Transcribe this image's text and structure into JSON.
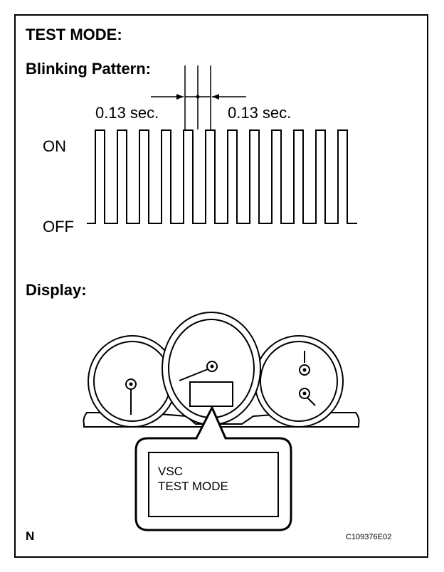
{
  "title": "TEST MODE:",
  "blinking": {
    "heading": "Blinking Pattern:",
    "interval_left": "0.13 sec.",
    "interval_right": "0.13 sec.",
    "level_on": "ON",
    "level_off": "OFF",
    "pulse_count": 12
  },
  "display": {
    "heading": "Display:",
    "screen_line1": "VSC",
    "screen_line2": "TEST  MODE"
  },
  "footer": {
    "corner_mark": "N",
    "figure_code": "C109376E02"
  }
}
